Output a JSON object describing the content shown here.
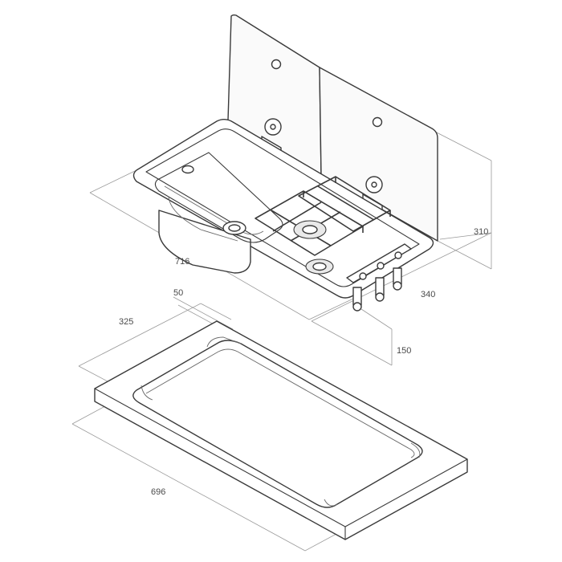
{
  "dimensions": {
    "sink_length": "716",
    "sink_depth": "340",
    "lid_height": "310",
    "body_height": "150",
    "cutout_margin": "50",
    "cutout_width": "325",
    "cutout_length": "696"
  }
}
